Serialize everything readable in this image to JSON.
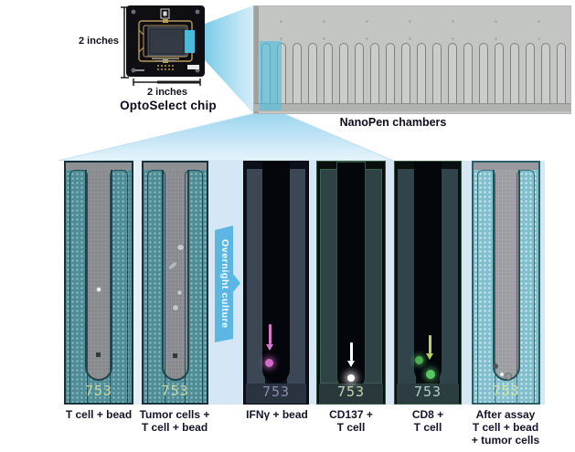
{
  "chip": {
    "caption": "OptoSelect chip",
    "height_label": "2 inches",
    "width_label": "2 inches"
  },
  "nanopen": {
    "caption": "NanoPen chambers"
  },
  "banner": {
    "label": "Overnight culture",
    "color": "#5cb6e4"
  },
  "colors": {
    "highlight_cyan": "#4ec1e4",
    "ifng_magenta": "#d46cc8",
    "cd137_white": "#ffffff",
    "cd8_green": "#58c862",
    "label_dark": "#14142a"
  },
  "panels": [
    {
      "id": "tcell-bead",
      "caption": "T cell + bead",
      "chamber_number": "753"
    },
    {
      "id": "tumor-tcell-bead",
      "caption": "Tumor cells +\nT cell + bead",
      "chamber_number": "753"
    },
    {
      "id": "ifng-bead",
      "caption": "IFNγ + bead",
      "chamber_number": "753",
      "signal": "magenta"
    },
    {
      "id": "cd137-tcell",
      "caption": "CD137 +\nT cell",
      "chamber_number": "753",
      "signal": "white"
    },
    {
      "id": "cd8-tcell",
      "caption": "CD8 +\nT cell",
      "chamber_number": "753",
      "signal": "green"
    },
    {
      "id": "after-assay",
      "caption": "After assay\nT cell + bead\n+ tumor cells",
      "chamber_number": "753"
    }
  ]
}
